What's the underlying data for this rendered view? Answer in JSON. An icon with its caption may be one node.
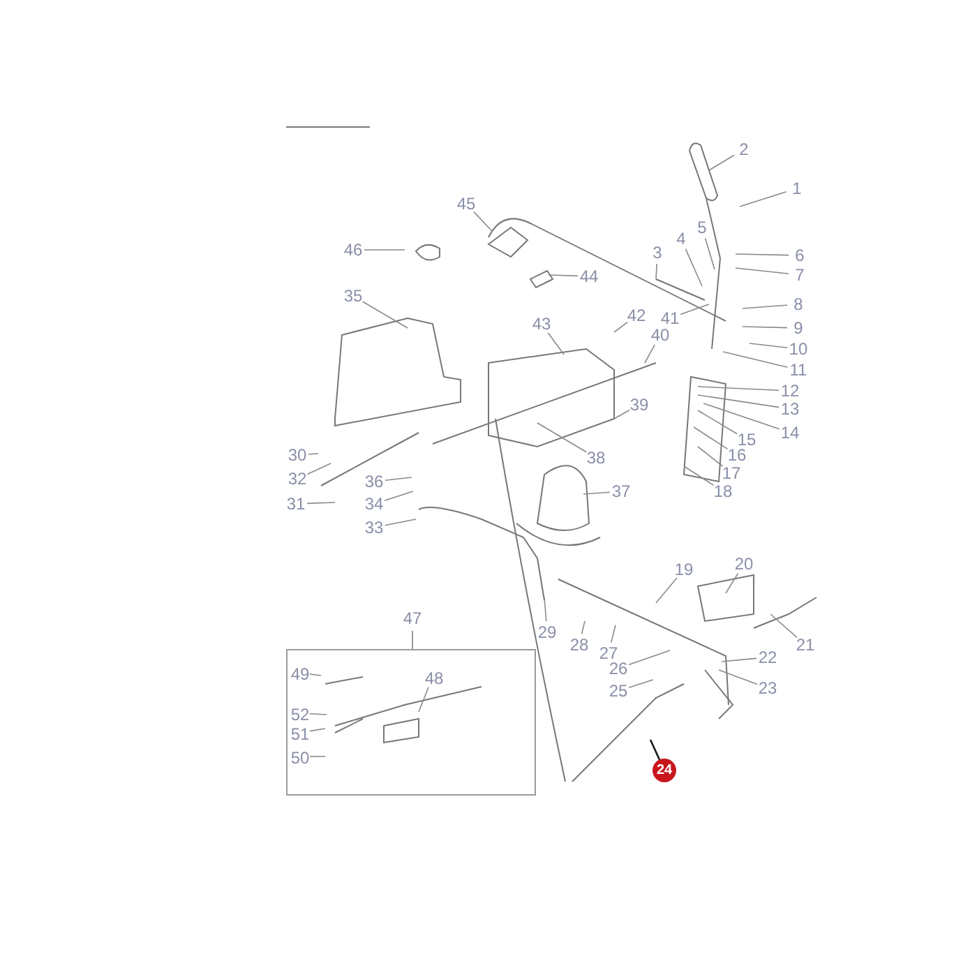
{
  "diagram": {
    "nodes": [
      {
        "text": [
          "1"
        ]
      },
      {
        "text": [
          "2"
        ]
      },
      {
        "text": [
          "3"
        ]
      },
      {
        "text": [
          "4"
        ]
      },
      {
        "text": [
          "5"
        ]
      },
      {
        "text": [
          "6"
        ]
      },
      {
        "text": [
          "7"
        ]
      },
      {
        "text": [
          "8"
        ]
      },
      {
        "text": [
          "9"
        ]
      },
      {
        "text": [
          "10"
        ]
      },
      {
        "text": [
          "11"
        ]
      },
      {
        "text": [
          "12"
        ]
      },
      {
        "text": [
          "13"
        ]
      },
      {
        "text": [
          "14"
        ]
      },
      {
        "text": [
          "15"
        ]
      },
      {
        "text": [
          "16"
        ]
      },
      {
        "text": [
          "17"
        ]
      },
      {
        "text": [
          "18"
        ]
      },
      {
        "text": [
          "19"
        ]
      },
      {
        "text": [
          "20"
        ]
      },
      {
        "text": [
          "21"
        ]
      },
      {
        "text": [
          "22"
        ]
      },
      {
        "text": [
          "23"
        ]
      },
      {
        "text": [
          "24"
        ]
      },
      {
        "text": [
          "25"
        ]
      },
      {
        "text": [
          "26"
        ]
      },
      {
        "text": [
          "27"
        ]
      },
      {
        "text": [
          "28"
        ]
      },
      {
        "text": [
          "29"
        ]
      },
      {
        "text": [
          "30"
        ]
      },
      {
        "text": [
          "31"
        ]
      },
      {
        "text": [
          "32"
        ]
      },
      {
        "text": [
          "33"
        ]
      },
      {
        "text": [
          "34"
        ]
      },
      {
        "text": [
          "35"
        ]
      },
      {
        "text": [
          "36"
        ]
      },
      {
        "text": [
          "37"
        ]
      },
      {
        "text": [
          "38"
        ]
      },
      {
        "text": [
          "39"
        ]
      },
      {
        "text": [
          "40"
        ]
      },
      {
        "text": [
          "41"
        ]
      },
      {
        "text": [
          "42"
        ]
      },
      {
        "text": [
          "43"
        ]
      },
      {
        "text": [
          "44"
        ]
      },
      {
        "text": [
          "45"
        ]
      },
      {
        "text": [
          "46"
        ]
      },
      {
        "text": [
          "47"
        ]
      },
      {
        "text": [
          "48"
        ],
        "in": 46
      },
      {
        "text": [
          "49"
        ],
        "in": 46
      },
      {
        "text": [
          "50"
        ],
        "in": 46
      },
      {
        "text": [
          "51"
        ],
        "in": 46
      },
      {
        "text": [
          "52"
        ],
        "in": 46
      }
    ],
    "edges": [
      {
        "from": 0,
        "to": null,
        "arrow": "none"
      },
      {
        "from": 1,
        "to": null,
        "arrow": "none"
      },
      {
        "from": 2,
        "to": null,
        "arrow": "none"
      },
      {
        "from": 3,
        "to": null,
        "arrow": "none"
      },
      {
        "from": 4,
        "to": null,
        "arrow": "none"
      },
      {
        "from": 5,
        "to": null,
        "arrow": "none"
      },
      {
        "from": 6,
        "to": null,
        "arrow": "none"
      },
      {
        "from": 7,
        "to": null,
        "arrow": "none"
      },
      {
        "from": 8,
        "to": null,
        "arrow": "none"
      },
      {
        "from": 9,
        "to": null,
        "arrow": "none"
      },
      {
        "from": 10,
        "to": null,
        "arrow": "none"
      },
      {
        "from": 11,
        "to": null,
        "arrow": "none"
      },
      {
        "from": 12,
        "to": null,
        "arrow": "none"
      },
      {
        "from": 13,
        "to": null,
        "arrow": "none"
      },
      {
        "from": 14,
        "to": null,
        "arrow": "none"
      },
      {
        "from": 15,
        "to": null,
        "arrow": "none"
      },
      {
        "from": 16,
        "to": null,
        "arrow": "none"
      },
      {
        "from": 17,
        "to": null,
        "arrow": "none"
      },
      {
        "from": 18,
        "to": null,
        "arrow": "none"
      },
      {
        "from": 19,
        "to": null,
        "arrow": "none"
      },
      {
        "from": 20,
        "to": null,
        "arrow": "none"
      },
      {
        "from": 21,
        "to": null,
        "arrow": "none"
      },
      {
        "from": 22,
        "to": null,
        "arrow": "none"
      },
      {
        "from": 23,
        "to": null,
        "arrow": "none",
        "color": "#1a1a1a"
      },
      {
        "from": 24,
        "to": null,
        "arrow": "none"
      },
      {
        "from": 25,
        "to": null,
        "arrow": "none"
      },
      {
        "from": 26,
        "to": null,
        "arrow": "none"
      },
      {
        "from": 27,
        "to": null,
        "arrow": "none"
      },
      {
        "from": 28,
        "to": null,
        "arrow": "none"
      },
      {
        "from": 29,
        "to": null,
        "arrow": "none"
      },
      {
        "from": 30,
        "to": null,
        "arrow": "none"
      },
      {
        "from": 31,
        "to": null,
        "arrow": "none"
      },
      {
        "from": 32,
        "to": null,
        "arrow": "none"
      },
      {
        "from": 33,
        "to": null,
        "arrow": "none"
      },
      {
        "from": 34,
        "to": null,
        "arrow": "none"
      },
      {
        "from": 35,
        "to": null,
        "arrow": "none"
      },
      {
        "from": 36,
        "to": null,
        "arrow": "none"
      },
      {
        "from": 37,
        "to": null,
        "arrow": "none"
      },
      {
        "from": 38,
        "to": null,
        "arrow": "none"
      },
      {
        "from": 39,
        "to": null,
        "arrow": "none"
      },
      {
        "from": 40,
        "to": null,
        "arrow": "none"
      },
      {
        "from": 41,
        "to": null,
        "arrow": "none"
      },
      {
        "from": 42,
        "to": null,
        "arrow": "none"
      },
      {
        "from": 43,
        "to": null,
        "arrow": "none"
      },
      {
        "from": 44,
        "to": null,
        "arrow": "none"
      },
      {
        "from": 45,
        "to": null,
        "arrow": "none"
      },
      {
        "from": 47,
        "to": null,
        "arrow": "none"
      },
      {
        "from": 48,
        "to": null,
        "arrow": "none"
      },
      {
        "from": 49,
        "to": null,
        "arrow": "none"
      },
      {
        "from": 50,
        "to": null,
        "arrow": "none"
      },
      {
        "from": 51,
        "to": null,
        "arrow": "none"
      }
    ]
  }
}
